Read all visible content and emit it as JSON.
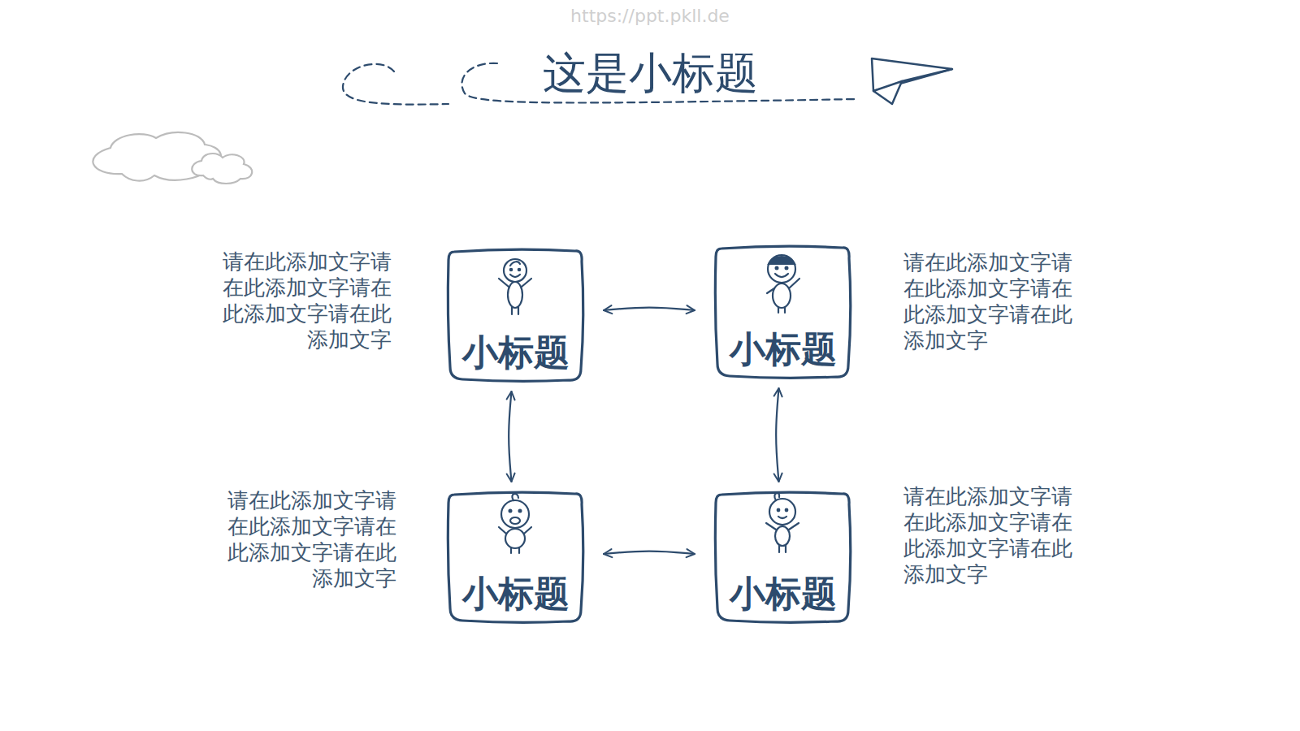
{
  "diagram": {
    "title": "这是小标题",
    "nodes": [
      {
        "text": [
          "小标题"
        ]
      },
      {
        "text": [
          "小标题"
        ]
      },
      {
        "text": [
          "小标题"
        ]
      },
      {
        "text": [
          "小标题"
        ]
      }
    ],
    "edges": [
      {
        "from": 0,
        "to": 1,
        "arrow": "both"
      },
      {
        "from": 0,
        "to": 2,
        "arrow": "both"
      },
      {
        "from": 1,
        "to": 3,
        "arrow": "both"
      },
      {
        "from": 2,
        "to": 3,
        "arrow": "both"
      }
    ],
    "labels": [
      "https://ppt.pkll.de",
      "请在此添加文字请 在此添加文字请在 此添加文字请在此 添加文字",
      "请在此添加文字请 在此添加文字请在 此添加文字请在此 添加文字",
      "请在此添加文字请 在此添加文字请在 此添加文字请在此 添加文字",
      "请在此添加文字请 在此添加文字请在 此添加文字请在此 添加文字"
    ]
  }
}
